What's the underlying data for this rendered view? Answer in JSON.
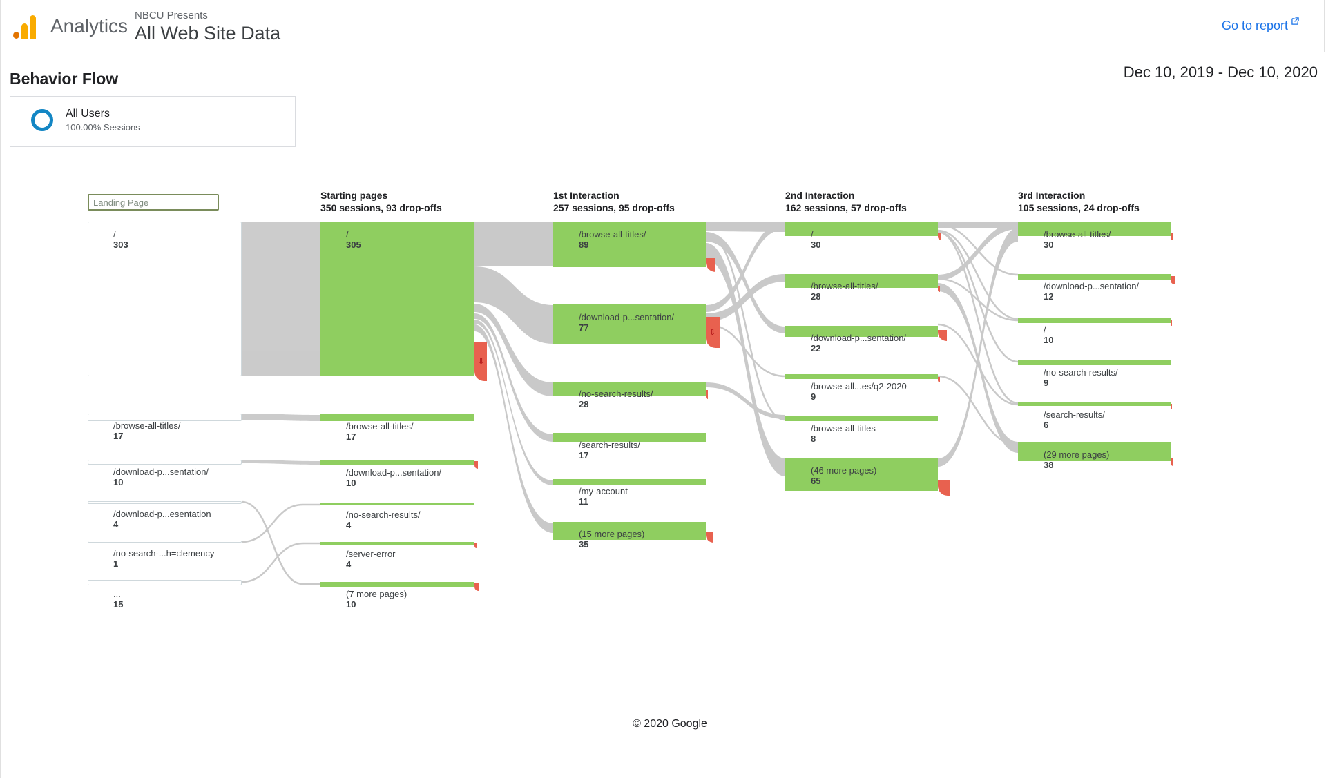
{
  "header": {
    "app_name": "Analytics",
    "account": "NBCU Presents",
    "property": "All Web Site Data",
    "goto_report": "Go to report"
  },
  "page": {
    "title": "Behavior Flow",
    "date_range": "Dec 10, 2019 - Dec 10, 2020"
  },
  "segment": {
    "name": "All Users",
    "sessions": "100.00% Sessions"
  },
  "flow": {
    "dimension_select": "Landing Page",
    "columns": [
      {
        "title": "Starting pages",
        "subtitle": "350 sessions, 93 drop-offs"
      },
      {
        "title": "1st Interaction",
        "subtitle": "257 sessions, 95 drop-offs"
      },
      {
        "title": "2nd Interaction",
        "subtitle": "162 sessions, 57 drop-offs"
      },
      {
        "title": "3rd Interaction",
        "subtitle": "105 sessions, 24 drop-offs"
      }
    ],
    "landing": [
      {
        "label": "/",
        "count": "303"
      },
      {
        "label": "/browse-all-titles/",
        "count": "17"
      },
      {
        "label": "/download-p...sentation/",
        "count": "10"
      },
      {
        "label": "/download-p...esentation",
        "count": "4"
      },
      {
        "label": "/no-search-...h=clemency",
        "count": "1"
      },
      {
        "label": "...",
        "count": "15"
      }
    ],
    "starting": [
      {
        "label": "/",
        "count": "305"
      },
      {
        "label": "/browse-all-titles/",
        "count": "17"
      },
      {
        "label": "/download-p...sentation/",
        "count": "10"
      },
      {
        "label": "/no-search-results/",
        "count": "4"
      },
      {
        "label": "/server-error",
        "count": "4"
      },
      {
        "label": "(7 more pages)",
        "count": "10"
      }
    ],
    "first": [
      {
        "label": "/browse-all-titles/",
        "count": "89"
      },
      {
        "label": "/download-p...sentation/",
        "count": "77"
      },
      {
        "label": "/no-search-results/",
        "count": "28"
      },
      {
        "label": "/search-results/",
        "count": "17"
      },
      {
        "label": "/my-account",
        "count": "11"
      },
      {
        "label": "(15 more pages)",
        "count": "35"
      }
    ],
    "second": [
      {
        "label": "/",
        "count": "30"
      },
      {
        "label": "/browse-all-titles/",
        "count": "28"
      },
      {
        "label": "/download-p...sentation/",
        "count": "22"
      },
      {
        "label": "/browse-all...es/q2-2020",
        "count": "9"
      },
      {
        "label": "/browse-all-titles",
        "count": "8"
      },
      {
        "label": "(46 more pages)",
        "count": "65"
      }
    ],
    "third": [
      {
        "label": "/browse-all-titles/",
        "count": "30"
      },
      {
        "label": "/download-p...sentation/",
        "count": "12"
      },
      {
        "label": "/",
        "count": "10"
      },
      {
        "label": "/no-search-results/",
        "count": "9"
      },
      {
        "label": "/search-results/",
        "count": "6"
      },
      {
        "label": "(29 more pages)",
        "count": "38"
      }
    ]
  },
  "footer": "© 2020 Google",
  "colors": {
    "node": "#8fce60",
    "dropoff": "#e8614f",
    "link": "#c8c8c8",
    "accent": "#1a73e8"
  }
}
